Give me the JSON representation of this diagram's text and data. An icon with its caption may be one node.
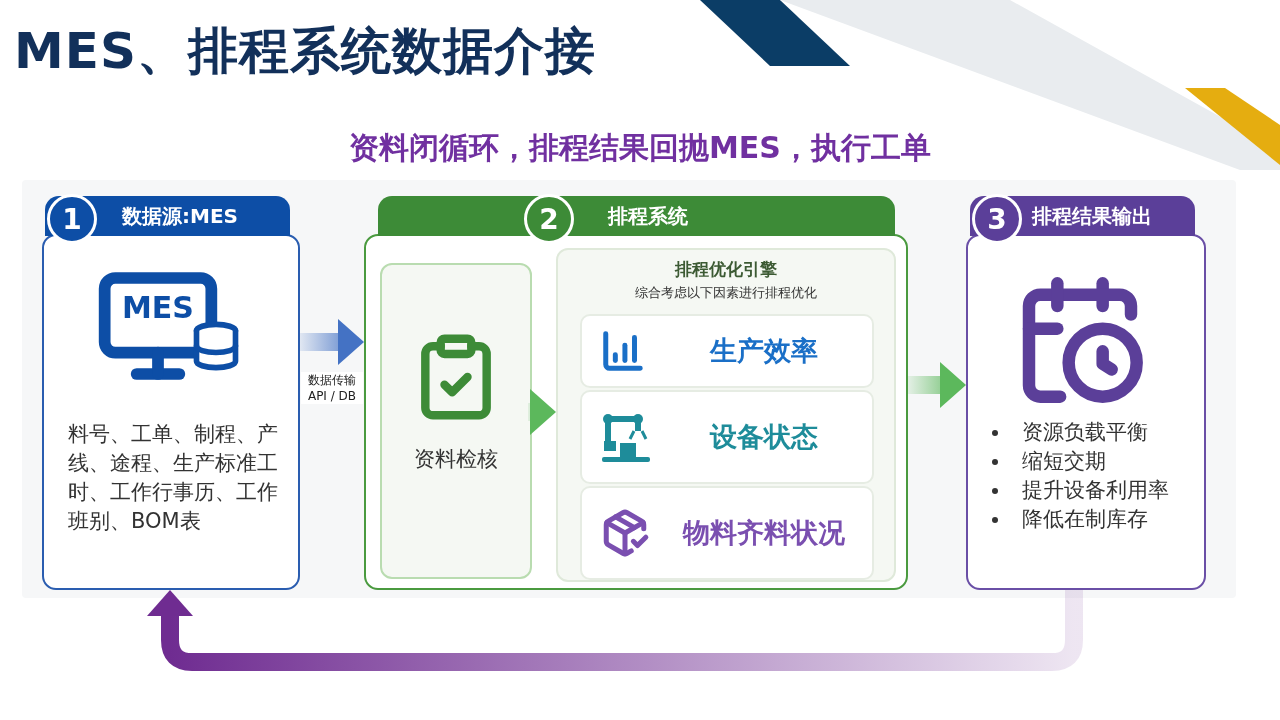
{
  "diagram": {
    "title": "MES、排程系统数据介接",
    "nodes": [
      {
        "text": [
          "1",
          "数据源:MES",
          "料号、工单、制程、产线、途程、生产标准工时、工作行事历、工作班别、BOM表"
        ]
      },
      {
        "text": [
          "2",
          "排程系统"
        ]
      },
      {
        "text": [
          "资料检核"
        ],
        "in": 1
      },
      {
        "text": [
          "排程优化引擎",
          "综合考虑以下因素进行排程优化"
        ],
        "in": 1
      },
      {
        "text": [
          "生产效率"
        ],
        "in": 3
      },
      {
        "text": [
          "设备状态"
        ],
        "in": 3
      },
      {
        "text": [
          "物料齐料状况"
        ],
        "in": 3
      },
      {
        "text": [
          "3",
          "排程结果输出",
          "资源负载平衡",
          "缩短交期",
          "提升设备利用率",
          "降低在制库存"
        ]
      }
    ],
    "edges": [
      {
        "from": 0,
        "to": 1,
        "arrow": "to",
        "label": "数据传输 API / DB",
        "style": "thick",
        "color": "#4472c4"
      },
      {
        "from": 2,
        "to": 3,
        "arrow": "to",
        "style": "thick",
        "color": "#5cb85c"
      },
      {
        "from": 1,
        "to": 7,
        "arrow": "to",
        "style": "thick",
        "color": "#5cb85c"
      },
      {
        "from": 7,
        "to": 0,
        "arrow": "to",
        "style": "thick",
        "color": "#6f2c91"
      }
    ],
    "labels": [
      "资料闭循环，排程结果回抛MES，执行工单",
      "MES"
    ]
  }
}
